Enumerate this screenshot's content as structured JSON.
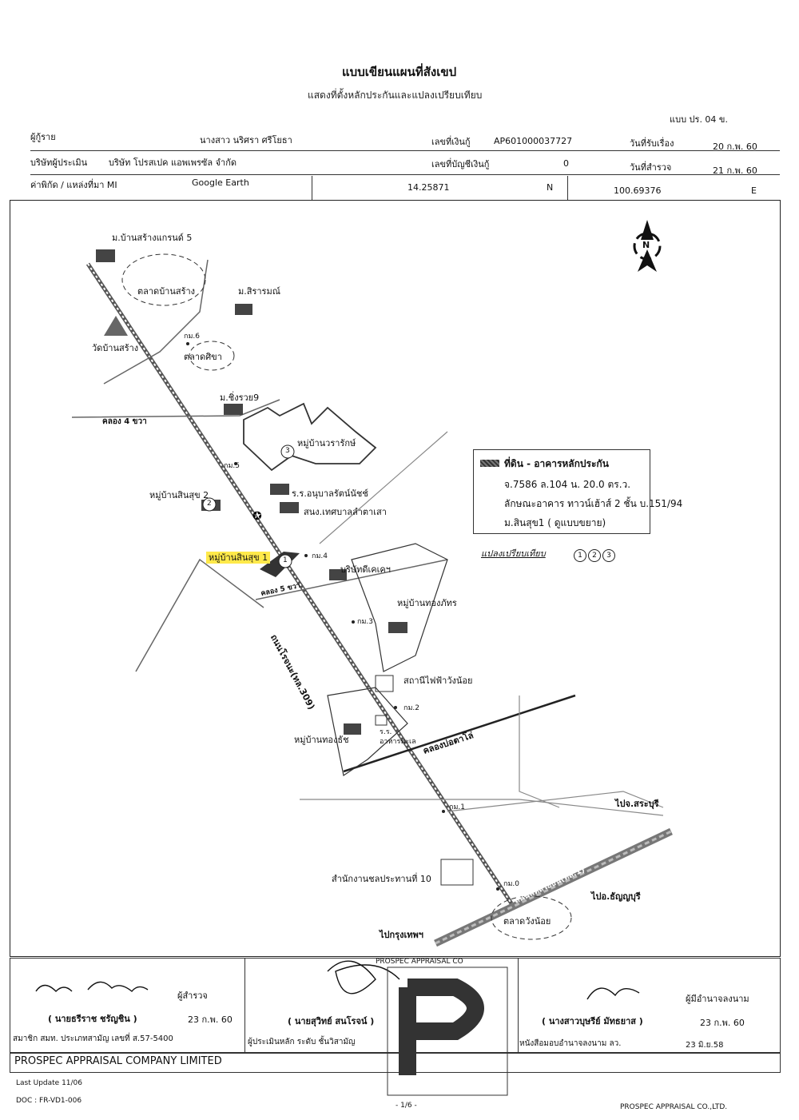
{
  "header": {
    "title": "แบบเขียนแผนที่สังเขป",
    "subtitle": "แสดงที่ตั้งหลักประกันและแปลงเปรียบเทียบ",
    "form_code": "แบบ  ปร. 04 ข."
  },
  "info": {
    "borrower_label": "ผู้กู้ราย",
    "borrower_value": "นางสาว นริศรา ศรีโยธา",
    "loan_no_label": "เลขที่เงินกู้",
    "loan_no_value": "AP601000037727",
    "received_label": "วันที่รับเรื่อง",
    "received_value": "20 ก.พ. 60",
    "appraiser_label": "บริษัทผู้ประเมิน",
    "appraiser_value": "บริษัท โปรสเปค แอพเพรซัล จำกัด",
    "account_label": "เลขที่บัญชีเงินกู้",
    "account_value": "0",
    "survey_label": "วันที่สำรวจ",
    "survey_value": "21 ก.พ. 60",
    "coord_label": "ค่าพิกัด / แหล่งที่มา MI",
    "coord_source": "Google Earth",
    "lat": "14.25871",
    "lat_dir": "N",
    "lon": "100.69376",
    "lon_dir": "E"
  },
  "map": {
    "north": "N",
    "labels": {
      "village5": "ม.บ้านสร้างแกรนด์ 5",
      "market_banlsang": "ตลาดบ้านสร้าง",
      "m_sirarom": "ม.สิรารมณ์",
      "wat": "วัดบ้านสร้าง",
      "km6": "กม.6",
      "market_chisa": "ตลาดศิขา",
      "m_chinawat": "ม.ชิ่งรวย9",
      "canal4": "คลอง 4 ขวา",
      "village_warak": "หมู่บ้านวรารักษ์",
      "km5": "กม.5",
      "village_sinsuk2": "หมู่บ้านสินสุข 2",
      "school": "ร.ร.อนุบาลรัตน์นัชช์",
      "municipal": "สนง.เทศบาลลำตาเสา",
      "village_sinsuk1": "หมู่บ้านสินสุข 1",
      "km4": "กม.4",
      "company": "บริษัทดีเคเคฯ",
      "canal5": "คลอง 5 ขวา",
      "road": "ถนนโรจนะ(ทล.309)",
      "village_thongphat": "หมู่บ้านทองภัทร",
      "km3": "กม.3",
      "substation": "สถานีไฟฟ้าวังน้อย",
      "km2": "กม.2",
      "school2": "ร.ร.",
      "restaurant": "อาหารทะเล",
      "village_thongthip": "หมู่บ้านทองธัช",
      "canal_bo": "คลองบ่อตาโล่",
      "km1": "กม.1",
      "to_saraburi": "ไปจ.สระบุรี",
      "irrigation": "สำนักงานชลประทานที่ 10",
      "km0": "กม.0",
      "highway": "ถนนพหลโยธิน(ทล.1)",
      "to_thanyaburi": "ไปอ.ธัญญบุรี",
      "to_bangkok": "ไปกรุงเทพฯ",
      "market_wangnoi": "ตลาดวังน้อย"
    },
    "markers": [
      "1",
      "2",
      "3"
    ]
  },
  "legend": {
    "title": "ที่ดิน - อาคารหลักประกัน",
    "line1": "จ.7586 ล.104 น. 20.0 ตร.ว.",
    "line2": "ลักษณะอาคาร ทาวน์เฮ้าส์ 2 ชั้น บ.151/94",
    "line3": "ม.สินสุข1 ( ดูแบบขยาย)",
    "compare_label": "แปลงเปรียบเทียบ",
    "compare_nums": [
      "1",
      "2",
      "3"
    ]
  },
  "signatures": {
    "surveyor_name": "( นายธรีราช ชรัญชิน )",
    "surveyor_role": "ผู้สำรวจ",
    "surveyor_date": "23 ก.พ. 60",
    "surveyor_member": "สมาชิก สมท. ประเภทสามัญ  เลขที่  ส.57-5400",
    "appraiser_name": "( นายสุวิทย์ สนโรจน์ )",
    "appraiser_role": "ผู้ประเมินหลัก ระดับ ชั้นวิสามัญ",
    "authorizer_name": "( นางสาวบุษรีย์ มัทธยาส )",
    "authorizer_role": "ผู้มีอำนาจลงนาม",
    "authorizer_date": "23 ก.พ. 60",
    "authorizer_doc": "หนังสือมอบอำนาจลงนาม  ลว.",
    "authorizer_doc_date": "23 มิ.ย.58",
    "stamp_text": "PROSPEC APPRAISAL CO"
  },
  "footer": {
    "company": "PROSPEC APPRAISAL COMPANY LIMITED",
    "last_update": "Last Update 11/06",
    "doc": "DOC :  FR-VD1-006",
    "page": "- 1/6 -",
    "company_short": "PROSPEC APPRAISAL CO.,LTD."
  }
}
